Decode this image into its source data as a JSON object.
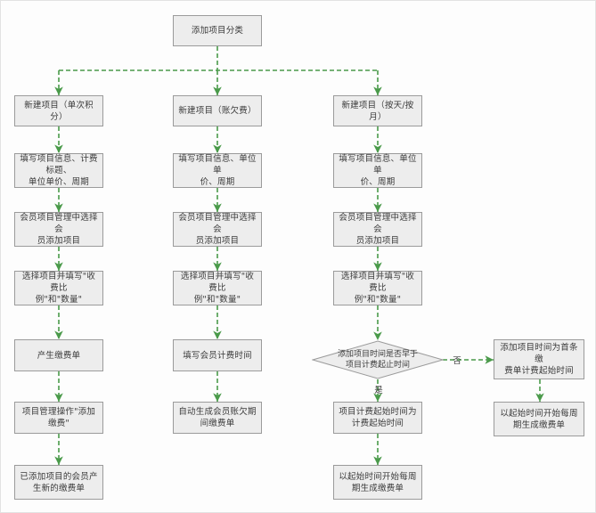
{
  "diagram": {
    "title": "添加项目分类流程图",
    "type": "flowchart",
    "colors": {
      "node_fill": "#ededed",
      "node_border": "#9b9b9b",
      "edge": "#4a9a4a",
      "text": "#3b3b3b",
      "canvas": "#fdfdfd"
    },
    "nodes": {
      "root": "添加项目分类",
      "col1": {
        "start": "新建项目（单次积分）",
        "step2": "填写项目信息、计费标题、\n单位单价、周期",
        "step3": "会员项目管理中选择会\n员添加项目",
        "step4": "选择项目并填写\"收费比\n例\"和\"数量\"",
        "step5": "产生缴费单",
        "step6": "项目管理操作\"添加缴费\"",
        "step7": "已添加项目的会员产\n生新的缴费单"
      },
      "col2": {
        "start": "新建项目（账欠费）",
        "step2": "填写项目信息、单位单\n价、周期",
        "step3": "会员项目管理中选择会\n员添加项目",
        "step4": "选择项目并填写\"收费比\n例\"和\"数量\"",
        "step5": "填写会员计费时间",
        "step6": "自动生成会员账欠期\n间缴费单"
      },
      "col3": {
        "start": "新建项目（按天/按月）",
        "step2": "填写项目信息、单位单\n价、周期",
        "step3": "会员项目管理中选择会\n员添加项目",
        "step4": "选择项目并填写\"收费比\n例\"和\"数量\"",
        "decision": "添加项目时间是否早于\n项目计费起止时间",
        "yes_path": "项目计费起始时间为\n计费起始时间",
        "yes_result": "以起始时间开始每周\n期生成缴费单",
        "no_path": "添加项目时间为首条缴\n费单计费起始时间",
        "no_result": "以起始时间开始每周\n期生成缴费单"
      }
    },
    "edge_labels": {
      "no": "否",
      "yes": "是"
    }
  }
}
